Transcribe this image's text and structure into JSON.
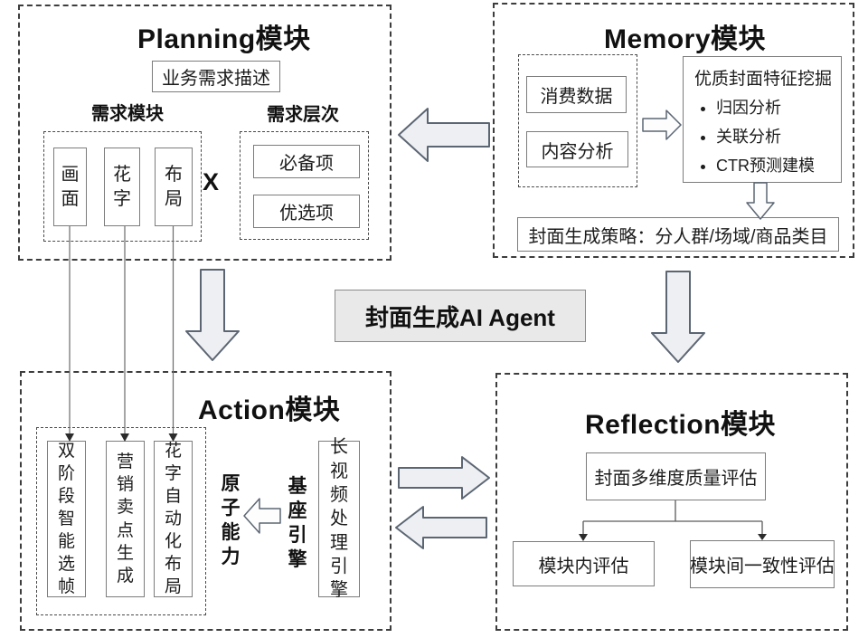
{
  "agent": {
    "label": "封面生成AI Agent"
  },
  "planning": {
    "title": "Planning模块",
    "business_requirement": "业务需求描述",
    "demand_module_label": "需求模块",
    "demand_level_label": "需求层次",
    "demand_items": [
      "画面",
      "花字",
      "布局"
    ],
    "cross_symbol": "X",
    "level_items": [
      "必备项",
      "优选项"
    ]
  },
  "memory": {
    "title": "Memory模块",
    "data_sources": [
      "消费数据",
      "内容分析"
    ],
    "feature_mining": {
      "title": "优质封面特征挖掘",
      "bullets": [
        "归因分析",
        "关联分析",
        "CTR预测建模"
      ]
    },
    "strategy": "封面生成策略：分人群/场域/商品类目"
  },
  "action": {
    "title": "Action模块",
    "atomic_items": [
      "双阶段智能选帧",
      "营销卖点生成",
      "花字自动化布局"
    ],
    "atomic_capability_label": "原子能力",
    "base_engine_label": "基座引擎",
    "video_engine": "长视频处理引擎"
  },
  "reflection": {
    "title": "Reflection模块",
    "quality_eval": "封面多维度质量评估",
    "sub_evals": [
      "模块内评估",
      "模块间一致性评估"
    ]
  },
  "colors": {
    "big_arrow_fill": "#edeff2",
    "big_arrow_stroke": "#5c6673",
    "small_arrow_fill": "#fdfdfd",
    "agent_box_fill": "#e9e9e9",
    "frame_dash": "#3d3d3d",
    "box_border": "#7c7c7c"
  }
}
